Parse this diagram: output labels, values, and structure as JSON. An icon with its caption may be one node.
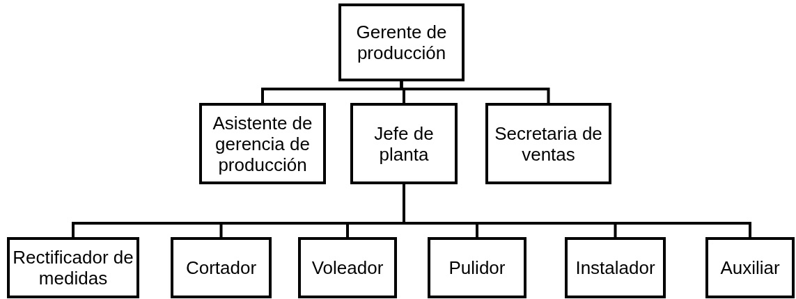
{
  "diagram": {
    "nodes": [
      {
        "text": [
          "Gerente de producción"
        ]
      },
      {
        "text": [
          "Asistente de gerencia de producción"
        ]
      },
      {
        "text": [
          "Jefe de planta"
        ]
      },
      {
        "text": [
          "Secretaria de ventas"
        ]
      },
      {
        "text": [
          "Rectificador de medidas"
        ]
      },
      {
        "text": [
          "Cortador"
        ]
      },
      {
        "text": [
          "Voleador"
        ]
      },
      {
        "text": [
          "Pulidor"
        ]
      },
      {
        "text": [
          "Instalador"
        ]
      },
      {
        "text": [
          "Auxiliar"
        ]
      }
    ],
    "edges": [
      {
        "from": 0,
        "to": 1,
        "arrow": "none"
      },
      {
        "from": 0,
        "to": 2,
        "arrow": "none"
      },
      {
        "from": 0,
        "to": 3,
        "arrow": "none"
      },
      {
        "from": 2,
        "to": 4,
        "arrow": "none"
      },
      {
        "from": 2,
        "to": 5,
        "arrow": "none"
      },
      {
        "from": 2,
        "to": 6,
        "arrow": "none"
      },
      {
        "from": 2,
        "to": 7,
        "arrow": "none"
      },
      {
        "from": 2,
        "to": 8,
        "arrow": "none"
      },
      {
        "from": 2,
        "to": 9,
        "arrow": "none"
      }
    ]
  }
}
